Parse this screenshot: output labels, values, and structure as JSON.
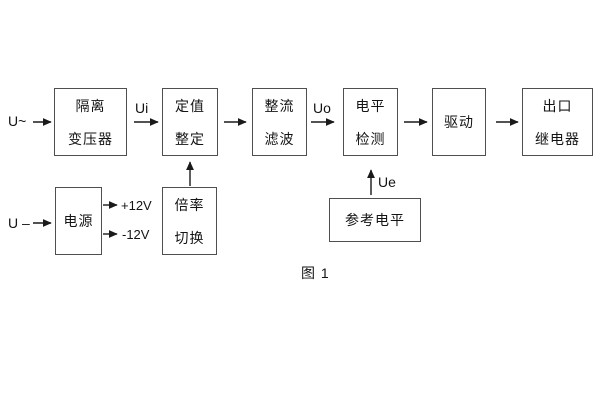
{
  "figure": {
    "caption": "图 1"
  },
  "colors": {
    "background": "#ffffff",
    "box_border": "#4f4f4f",
    "line": "#1a1a1a",
    "text": "#141414"
  },
  "inputs": {
    "ac_label": "U~",
    "dc_label": "U –"
  },
  "signals": {
    "ui": "Ui",
    "uo": "Uo",
    "ue": "Ue",
    "rail_pos": "+12V",
    "rail_neg": "-12V"
  },
  "blocks": {
    "isolation_transformer": [
      "隔离",
      "变压器"
    ],
    "setting_adjust": [
      "定值",
      "整定"
    ],
    "rectifier_filter": [
      "整流",
      "滤波"
    ],
    "level_detect": [
      "电平",
      "检测"
    ],
    "driver": [
      "驱动"
    ],
    "output_relay": [
      "出口",
      "继电器"
    ],
    "power_supply": [
      "电源"
    ],
    "ratio_switch": [
      "倍率",
      "切换"
    ],
    "reference_level": [
      "参考电平"
    ]
  },
  "connections": [
    {
      "from": "input_ac",
      "to": "isolation_transformer",
      "label": ""
    },
    {
      "from": "isolation_transformer",
      "to": "setting_adjust",
      "label": "Ui"
    },
    {
      "from": "setting_adjust",
      "to": "rectifier_filter",
      "label": ""
    },
    {
      "from": "rectifier_filter",
      "to": "level_detect",
      "label": "Uo"
    },
    {
      "from": "level_detect",
      "to": "driver",
      "label": ""
    },
    {
      "from": "driver",
      "to": "output_relay",
      "label": ""
    },
    {
      "from": "input_dc",
      "to": "power_supply",
      "label": ""
    },
    {
      "from": "power_supply",
      "to": "rail_pos",
      "label": "+12V"
    },
    {
      "from": "power_supply",
      "to": "rail_neg",
      "label": "-12V"
    },
    {
      "from": "ratio_switch",
      "to": "setting_adjust",
      "label": ""
    },
    {
      "from": "reference_level",
      "to": "level_detect",
      "label": "Ue"
    }
  ]
}
